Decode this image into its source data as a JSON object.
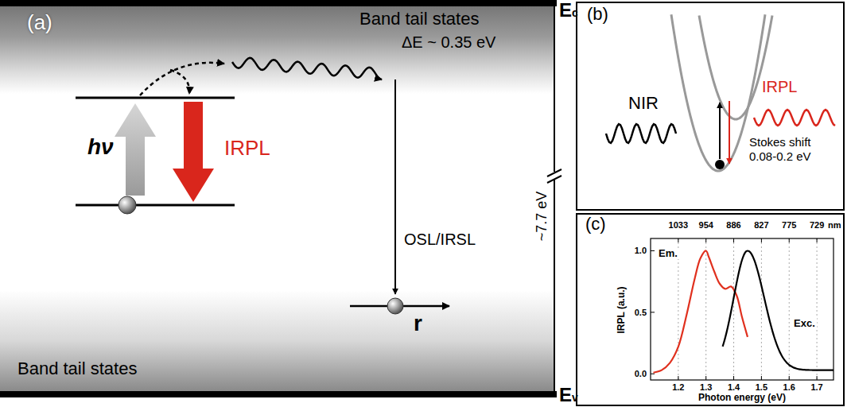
{
  "diagram": {
    "nodes": [
      {
        "text": [
          "(a)"
        ]
      },
      {
        "text": [
          "(b)"
        ]
      },
      {
        "text": [
          "(c)"
        ]
      }
    ],
    "labels": [
      "Ec",
      "Band tail states",
      "ΔE ~ 0.35 eV",
      "hν",
      "IRPL",
      "OSL/IRSL",
      "r",
      "~7.7 eV",
      "Band tail states",
      "Ev",
      "NIR",
      "IRPL",
      "Stokes shift 0.08-0.2 eV",
      "1033",
      "954",
      "886",
      "827",
      "775",
      "729",
      "nm",
      "Em.",
      "Exc.",
      "IRPL (a.u.)",
      "1.0",
      "0.5",
      "0.0",
      "1.2",
      "1.3",
      "1.4",
      "1.5",
      "1.6",
      "1.7",
      "Photon energy (eV)"
    ]
  }
}
